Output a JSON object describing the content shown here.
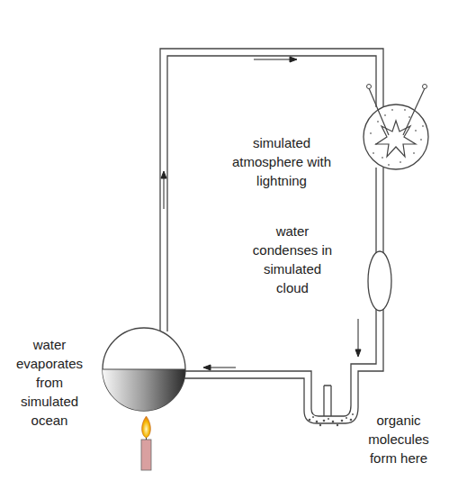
{
  "diagram": {
    "labels": [
      "simulated atmosphere with lightning",
      "water condenses in simulated cloud",
      "water evaporates from simulated ocean",
      "organic molecules form here"
    ]
  }
}
